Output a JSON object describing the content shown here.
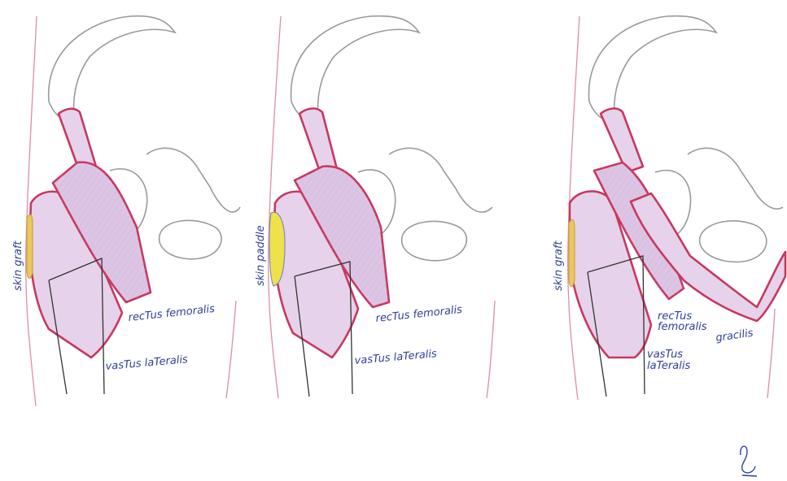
{
  "panels": [
    {
      "id": "panel-1",
      "labels": {
        "skin": "skin graft",
        "rectus": "recTus femoralis",
        "vastus": "vasTus laTeralis"
      }
    },
    {
      "id": "panel-2",
      "labels": {
        "skin": "skin paddle",
        "rectus": "recTus femoralis",
        "vastus": "vasTus laTeralis"
      }
    },
    {
      "id": "panel-3",
      "labels": {
        "skin": "skin graft",
        "rectus_line1": "recTus",
        "rectus_line2": "femoralis",
        "vastus_line1": "vasTus",
        "vastus_line2": "laTeralis",
        "gracilis": "gracilis"
      }
    }
  ],
  "colors": {
    "muscle_outline": "#c8385e",
    "muscle_fill": "#e6d2ea",
    "label_ink": "#2f3f9a",
    "skin_graft": "#e9c860",
    "skin_paddle": "#f0e04a",
    "bone_outline": "#9a9a9a"
  }
}
